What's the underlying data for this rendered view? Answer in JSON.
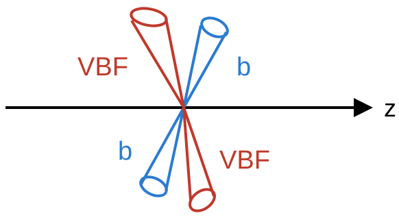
{
  "colors": {
    "vbf": "#c0392b",
    "b": "#2b7bd1",
    "axis": "#000000",
    "background": "#ffffff"
  },
  "labels": {
    "vbf_upper": "VBF",
    "vbf_lower": "VBF",
    "b_upper": "b",
    "b_lower": "b",
    "axis": "z"
  }
}
